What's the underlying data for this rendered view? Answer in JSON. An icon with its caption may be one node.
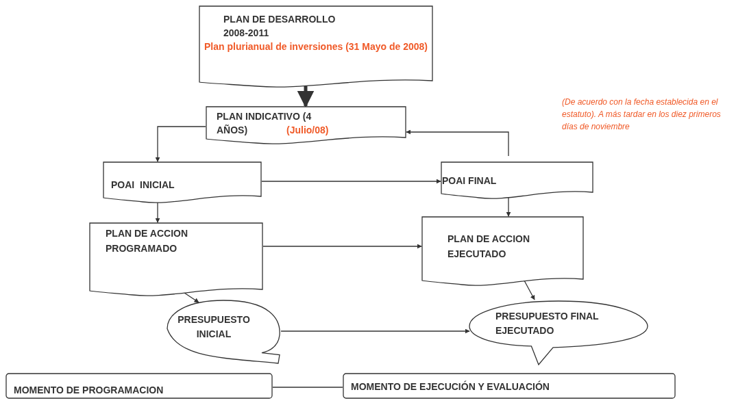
{
  "diagram": {
    "nodes": [
      {
        "text": [
          "PLAN DE DESARROLLO 2008-2011",
          "Plan plurianual de inversiones (31 Mayo de 2008)"
        ]
      },
      {
        "text": [
          "PLAN INDICATIVO (4 AÑOS)",
          "(Julio/08)"
        ]
      },
      {
        "text": [
          "POAI  INICIAL"
        ]
      },
      {
        "text": [
          "POAI FINAL"
        ]
      },
      {
        "text": [
          "PLAN DE ACCION PROGRAMADO"
        ]
      },
      {
        "text": [
          "PLAN DE ACCION EJECUTADO"
        ]
      },
      {
        "text": [
          "PRESUPUESTO INICIAL"
        ]
      },
      {
        "text": [
          "PRESUPUESTO FINAL EJECUTADO"
        ]
      },
      {
        "text": [
          "MOMENTO DE PROGRAMACION"
        ]
      },
      {
        "text": [
          "MOMENTO DE EJECUCIÓN Y EVALUACIÓN"
        ]
      }
    ],
    "edges": [
      {
        "from": 0,
        "to": 1,
        "arrow": "to",
        "style": "thick"
      },
      {
        "from": 1,
        "to": 2,
        "arrow": "to"
      },
      {
        "from": 2,
        "to": 3,
        "arrow": "to"
      },
      {
        "from": 3,
        "to": 1,
        "arrow": "to"
      },
      {
        "from": 2,
        "to": 4,
        "arrow": "to"
      },
      {
        "from": 3,
        "to": 5,
        "arrow": "to"
      },
      {
        "from": 4,
        "to": 5,
        "arrow": "to"
      },
      {
        "from": 4,
        "to": 6,
        "arrow": "to"
      },
      {
        "from": 5,
        "to": 7,
        "arrow": "to"
      },
      {
        "from": 6,
        "to": 7,
        "arrow": "to"
      },
      {
        "from": 8,
        "to": 9,
        "arrow": "none"
      }
    ],
    "labels": [
      "(De acuerdo con la fecha establecida en el estatuto). A más tardar en los diez primeros días de noviembre"
    ]
  }
}
